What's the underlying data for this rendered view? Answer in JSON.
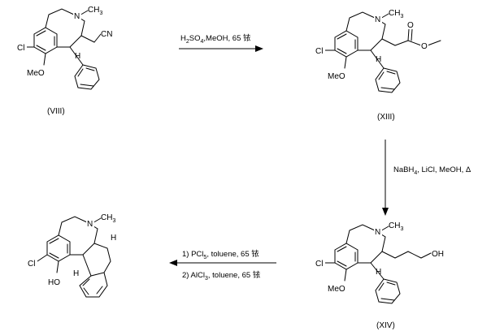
{
  "compounds": {
    "c8": {
      "label": "(VIII)",
      "atoms": {
        "cl": "Cl",
        "ome": "MeO",
        "n": "N",
        "me": "CH",
        "me_sub": "3",
        "cn": "CN",
        "h": "H"
      }
    },
    "c13": {
      "label": "(XIII)",
      "atoms": {
        "cl": "Cl",
        "ome": "MeO",
        "n": "N",
        "me": "CH",
        "me_sub": "3",
        "h": "H",
        "o1": "O",
        "o2": "O"
      }
    },
    "c14": {
      "label": "(XIV)",
      "atoms": {
        "cl": "Cl",
        "ome": "MeO",
        "n": "N",
        "me": "CH",
        "me_sub": "3",
        "h": "H",
        "oh": "OH"
      }
    },
    "prod": {
      "atoms": {
        "cl": "Cl",
        "ho": "HO",
        "n": "N",
        "me": "CH",
        "me_sub": "3",
        "h1": "H",
        "h2": "H"
      }
    }
  },
  "reactions": {
    "step1": {
      "a": "H",
      "a_sub": "2",
      "b": "SO",
      "b_sub": "4",
      "c": ",MeOH, 65 ",
      "d": "铱"
    },
    "step2": {
      "a": "NaBH",
      "a_sub": "4",
      "b": ", LiCl, MeOH, Δ"
    },
    "step3a": {
      "a": "1) PCl",
      "a_sub": "5",
      "b": ", toluene, 65 ",
      "c": "铱"
    },
    "step3b": {
      "a": "2) AlCl",
      "a_sub": "3",
      "b": ", toluene, 65 ",
      "c": "铱"
    }
  }
}
